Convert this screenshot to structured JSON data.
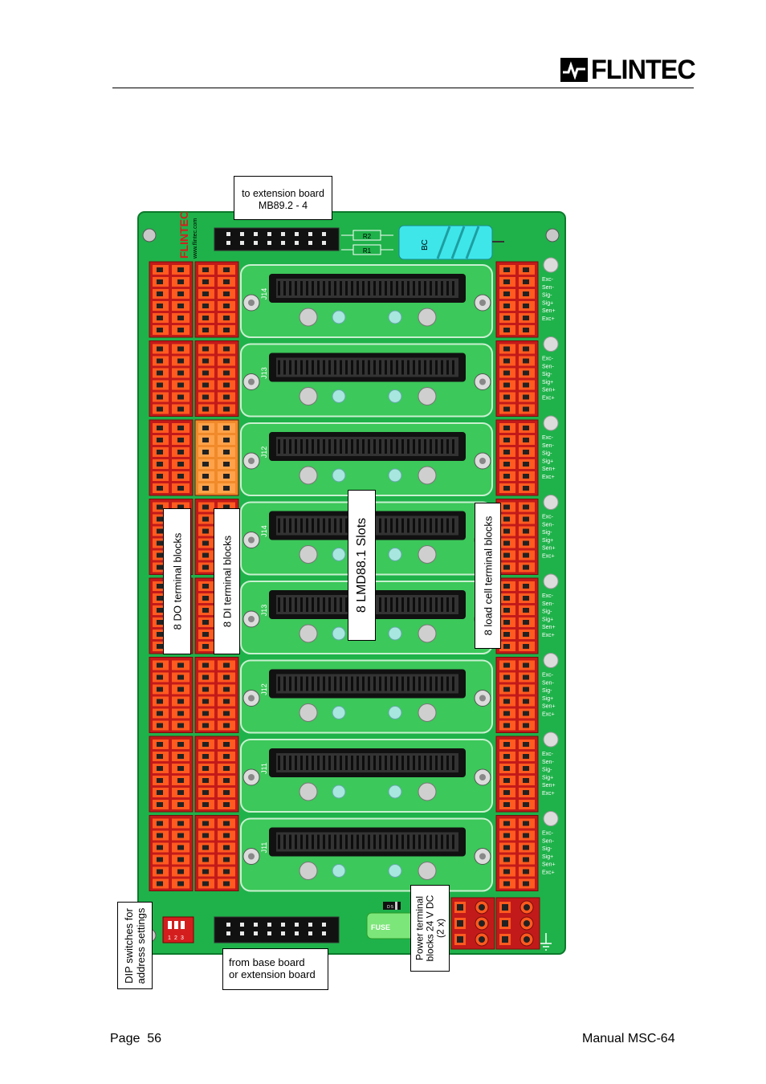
{
  "header": {
    "brand": "FLINTEC"
  },
  "board": {
    "silk_brand": "FLINTEC",
    "silk_url": "www.flintec.com",
    "resistors": [
      "R2",
      "R1"
    ],
    "capacitor": "BC",
    "slot_labels": [
      "J14",
      "J13",
      "J12",
      "J14",
      "J13",
      "J12",
      "J11",
      "J11"
    ],
    "loadcell_pins": [
      "Exc-",
      "Sen-",
      "Sig-",
      "Sig+",
      "Sen+",
      "Exc+"
    ],
    "dip_numbers": [
      "1",
      "2",
      "3"
    ],
    "fuse": "FUSE",
    "diode": "D 5"
  },
  "callouts": {
    "extension_top": [
      "to extension board",
      "MB89.2 - 4"
    ],
    "do_blocks": "8 DO terminal blocks",
    "di_blocks": "8 DI terminal blocks",
    "lmd_slots": "8 LMD88.1 Slots",
    "loadcell_blocks": "8 load cell terminal blocks",
    "dip": [
      "DIP switches for",
      "address settings"
    ],
    "base_board": [
      "from base board",
      "or extension board"
    ],
    "power": [
      "Power terminal",
      "blocks 24 V DC",
      "(2 x)"
    ]
  },
  "footer": {
    "page": "Page  56",
    "manual": "Manual MSC-64"
  }
}
